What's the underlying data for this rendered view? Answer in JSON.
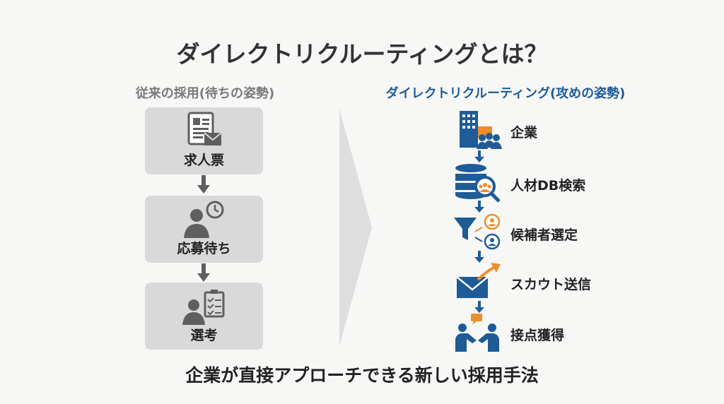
{
  "title": "ダイレクトリクルーティングとは？",
  "left": {
    "heading": "従来の採用(待ちの姿勢)",
    "steps": [
      {
        "label": "求人票",
        "icon": "job-posting-icon"
      },
      {
        "label": "応募待ち",
        "icon": "waiting-person-icon"
      },
      {
        "label": "選考",
        "icon": "selection-checklist-icon"
      }
    ]
  },
  "right": {
    "heading": "ダイレクトリクルーティング(攻めの姿勢)",
    "steps": [
      {
        "label": "企業",
        "icon": "company-building-icon"
      },
      {
        "label": "人材DB検索",
        "icon": "database-search-icon"
      },
      {
        "label": "候補者選定",
        "icon": "funnel-candidate-icon"
      },
      {
        "label": "スカウト送信",
        "icon": "mail-send-icon"
      },
      {
        "label": "接点獲得",
        "icon": "handshake-icon"
      }
    ]
  },
  "footer": "企業が直接アプローチできる新しい採用手法",
  "colors": {
    "blue": "#1e5b97",
    "orange": "#ef8d2c",
    "gray_box": "#d9d9d9",
    "gray_icon": "#5f5f5f"
  }
}
